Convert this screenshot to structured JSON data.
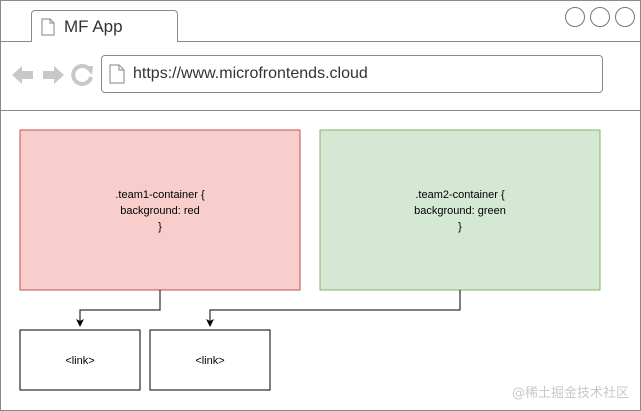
{
  "browser": {
    "tab_title": "MF App",
    "address": "https://www.microfrontends.cloud",
    "window_controls": [
      "circle-button",
      "circle-button",
      "circle-button"
    ],
    "nav_icons": [
      "back-arrow-icon",
      "forward-arrow-icon",
      "reload-icon"
    ]
  },
  "diagram": {
    "team1": {
      "lines": [
        ".team1-container {",
        "background: red",
        "}"
      ],
      "fill": "#f8cecc",
      "stroke": "#b85450"
    },
    "team2": {
      "lines": [
        ".team2-container {",
        "background: green",
        "}"
      ],
      "fill": "#d5e8d4",
      "stroke": "#82b366"
    },
    "links": [
      {
        "label": "<link>"
      },
      {
        "label": "<link>"
      }
    ]
  },
  "watermark": "@稀土掘金技术社区"
}
